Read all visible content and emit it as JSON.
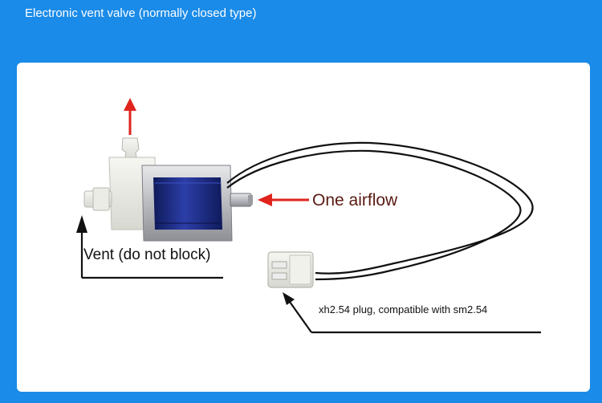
{
  "header": {
    "title": "Electronic vent valve (normally closed type)"
  },
  "callouts": {
    "airflow": "One airflow",
    "vent": "Vent (do not block)",
    "plug": "xh2.54 plug, compatible with sm2.54"
  },
  "colors": {
    "background": "#1a8be8",
    "card": "#ffffff",
    "arrow_red": "#e0231c",
    "coil_blue": "#1c2a8a",
    "wire": "#111111"
  }
}
